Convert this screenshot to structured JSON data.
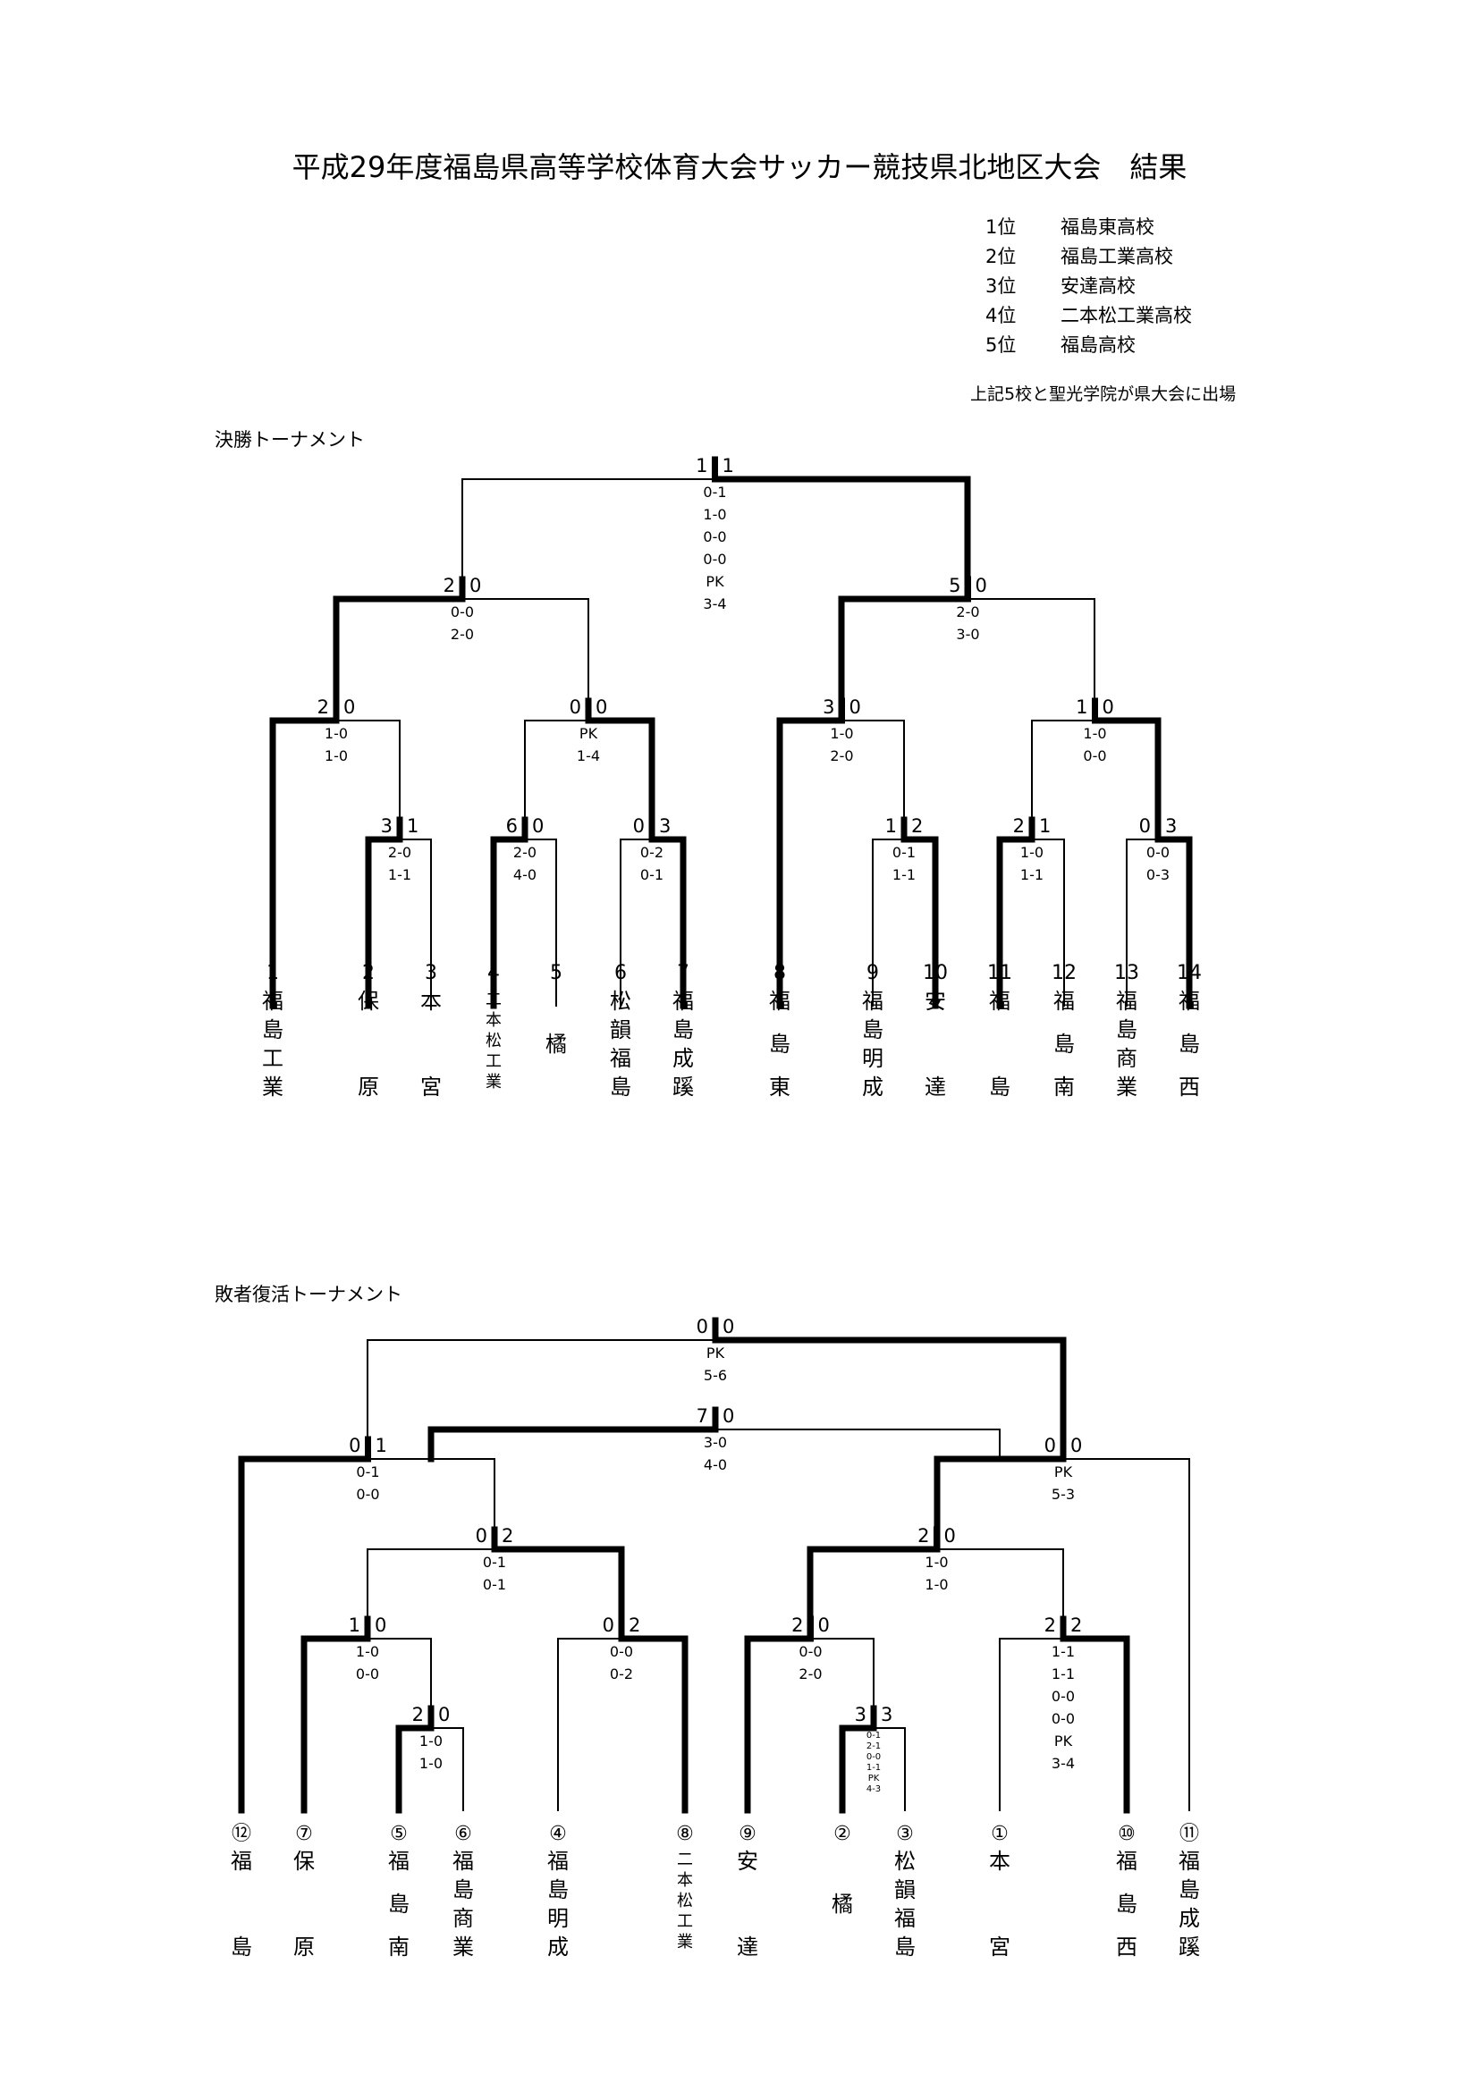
{
  "title": "平成29年度福島県高等学校体育大会サッカー競技県北地区大会　結果",
  "rankings": [
    {
      "place": "1位",
      "team": "福島東高校"
    },
    {
      "place": "2位",
      "team": "福島工業高校"
    },
    {
      "place": "3位",
      "team": "安達高校"
    },
    {
      "place": "4位",
      "team": "二本松工業高校"
    },
    {
      "place": "5位",
      "team": "福島高校"
    }
  ],
  "note": "上記5校と聖光学院が県大会に出場",
  "final_tournament": {
    "title": "決勝トーナメント",
    "teams": [
      {
        "num": "1",
        "name": "福島工業"
      },
      {
        "num": "2",
        "name": "保原"
      },
      {
        "num": "3",
        "name": "本宮"
      },
      {
        "num": "4",
        "name": "二本松工業"
      },
      {
        "num": "5",
        "name": "橘"
      },
      {
        "num": "6",
        "name": "松韻福島"
      },
      {
        "num": "7",
        "name": "福島成蹊"
      },
      {
        "num": "8",
        "name": "福島東"
      },
      {
        "num": "9",
        "name": "福島明成"
      },
      {
        "num": "10",
        "name": "安達"
      },
      {
        "num": "11",
        "name": "福島"
      },
      {
        "num": "12",
        "name": "福島南"
      },
      {
        "num": "13",
        "name": "福島商業"
      },
      {
        "num": "14",
        "name": "福島西"
      }
    ],
    "matches": [
      {
        "id": "f23",
        "l": "3",
        "r": "1",
        "detail": [
          "2-0",
          "1-1"
        ]
      },
      {
        "id": "f45",
        "l": "6",
        "r": "0",
        "detail": [
          "2-0",
          "4-0"
        ]
      },
      {
        "id": "f67",
        "l": "0",
        "r": "3",
        "detail": [
          "0-2",
          "0-1"
        ]
      },
      {
        "id": "f910",
        "l": "1",
        "r": "2",
        "detail": [
          "0-1",
          "1-1"
        ]
      },
      {
        "id": "f1112",
        "l": "2",
        "r": "1",
        "detail": [
          "1-0",
          "1-1"
        ]
      },
      {
        "id": "f1314",
        "l": "0",
        "r": "3",
        "detail": [
          "0-0",
          "0-3"
        ]
      },
      {
        "id": "fA",
        "l": "2",
        "r": "0",
        "detail": [
          "1-0",
          "1-0"
        ]
      },
      {
        "id": "fB",
        "l": "0",
        "r": "0",
        "detail": [
          "PK",
          "1-4"
        ]
      },
      {
        "id": "fC",
        "l": "3",
        "r": "0",
        "detail": [
          "1-0",
          "2-0"
        ]
      },
      {
        "id": "fD",
        "l": "1",
        "r": "0",
        "detail": [
          "1-0",
          "0-0"
        ]
      },
      {
        "id": "fSF1",
        "l": "2",
        "r": "0",
        "detail": [
          "0-0",
          "2-0"
        ]
      },
      {
        "id": "fSF2",
        "l": "5",
        "r": "0",
        "detail": [
          "2-0",
          "3-0"
        ]
      },
      {
        "id": "fF",
        "l": "1",
        "r": "1",
        "detail": [
          "0-1",
          "1-0",
          "0-0",
          "0-0",
          "PK",
          "3-4"
        ]
      }
    ]
  },
  "repechage_tournament": {
    "title": "敗者復活トーナメント",
    "teams": [
      {
        "num": "⑫",
        "name": "福島"
      },
      {
        "num": "⑦",
        "name": "保原"
      },
      {
        "num": "⑤",
        "name": "福島南"
      },
      {
        "num": "⑥",
        "name": "福島商業"
      },
      {
        "num": "④",
        "name": "福島明成"
      },
      {
        "num": "⑧",
        "name": "二本松工業"
      },
      {
        "num": "⑨",
        "name": "安達"
      },
      {
        "num": "②",
        "name": "橘"
      },
      {
        "num": "③",
        "name": "松韻福島"
      },
      {
        "num": "①",
        "name": "本宮"
      },
      {
        "num": "⑩",
        "name": "福島西"
      },
      {
        "num": "⑪",
        "name": "福島成蹊"
      }
    ],
    "matches": [
      {
        "id": "r56",
        "l": "2",
        "r": "0",
        "detail": [
          "1-0",
          "1-0"
        ]
      },
      {
        "id": "r23",
        "l": "3",
        "r": "3",
        "detail": [
          "0-1",
          "2-1",
          "0-0",
          "1-1",
          "PK",
          "4-3"
        ]
      },
      {
        "id": "rA",
        "l": "1",
        "r": "0",
        "detail": [
          "1-0",
          "0-0"
        ]
      },
      {
        "id": "rB",
        "l": "0",
        "r": "2",
        "detail": [
          "0-0",
          "0-2"
        ]
      },
      {
        "id": "rC",
        "l": "2",
        "r": "0",
        "detail": [
          "0-0",
          "2-0"
        ]
      },
      {
        "id": "rD",
        "l": "2",
        "r": "2",
        "detail": [
          "1-1",
          "1-1",
          "0-0",
          "0-0",
          "PK",
          "3-4"
        ]
      },
      {
        "id": "rE",
        "l": "0",
        "r": "2",
        "detail": [
          "0-1",
          "0-1"
        ]
      },
      {
        "id": "rF",
        "l": "2",
        "r": "0",
        "detail": [
          "1-0",
          "1-0"
        ]
      },
      {
        "id": "rG",
        "l": "0",
        "r": "1",
        "detail": [
          "0-1",
          "0-0"
        ]
      },
      {
        "id": "rH",
        "l": "0",
        "r": "0",
        "detail": [
          "PK",
          "5-3"
        ]
      },
      {
        "id": "rI",
        "l": "7",
        "r": "0",
        "detail": [
          "3-0",
          "4-0"
        ]
      },
      {
        "id": "rJ",
        "l": "0",
        "r": "0",
        "detail": [
          "PK",
          "5-6"
        ]
      }
    ]
  }
}
